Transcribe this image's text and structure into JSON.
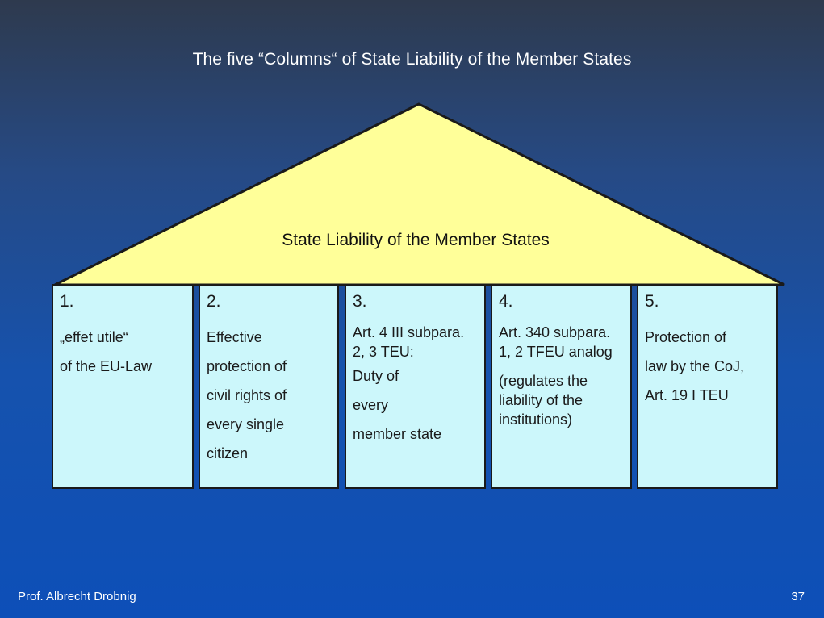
{
  "title": "The five “Columns“ of State Liability of the Member States",
  "roof": {
    "label": "State Liability of the Member States",
    "fill": "#ffff99"
  },
  "columns": [
    {
      "number": "1.",
      "lines": [
        "„effet utile“",
        "of the EU-Law"
      ]
    },
    {
      "number": "2.",
      "lines": [
        "Effective",
        "protection of",
        "civil rights of",
        "every single",
        "citizen"
      ]
    },
    {
      "number": "3.",
      "lines": [
        "Art. 4 III subpara.",
        "2, 3 TEU:",
        "Duty of",
        "every",
        "member state"
      ]
    },
    {
      "number": "4.",
      "lines": [
        "Art. 340 subpara.",
        "1, 2 TFEU analog",
        "(regulates the",
        "liability of the",
        "institutions)"
      ]
    },
    {
      "number": "5.",
      "lines": [
        "Protection of",
        "law by the CoJ,",
        "Art. 19 I TEU"
      ]
    }
  ],
  "colors": {
    "column_fill": "#ccf7fb",
    "outline": "#1a1a1a"
  },
  "footer": {
    "author": "Prof. Albrecht Drobnig",
    "page": "37"
  }
}
